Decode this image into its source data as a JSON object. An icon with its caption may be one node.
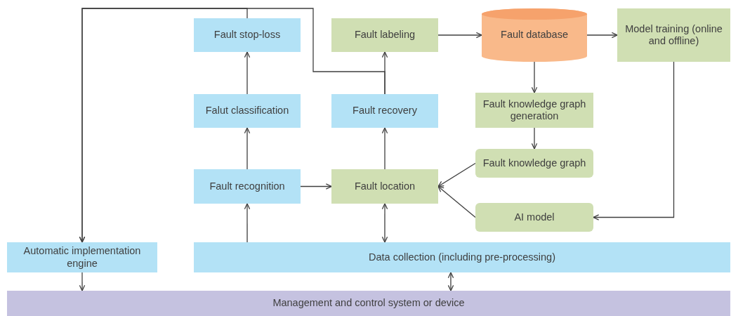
{
  "diagram": {
    "nodes": [
      {
        "text": [
          "Fault stop-loss"
        ]
      },
      {
        "text": [
          "Fault labeling"
        ]
      },
      {
        "text": [
          "Fault database"
        ]
      },
      {
        "text": [
          "Model training (online and offline)"
        ]
      },
      {
        "text": [
          "Falut classification"
        ]
      },
      {
        "text": [
          "Fault recovery"
        ]
      },
      {
        "text": [
          "Fault knowledge graph generation"
        ]
      },
      {
        "text": [
          "Fault knowledge graph"
        ]
      },
      {
        "text": [
          "Fault recognition"
        ]
      },
      {
        "text": [
          "Fault location"
        ]
      },
      {
        "text": [
          "AI model"
        ]
      },
      {
        "text": [
          "Automatic implementation engine"
        ]
      },
      {
        "text": [
          "Data collection (including pre-processing)"
        ]
      },
      {
        "text": [
          "Management and control system or device"
        ]
      }
    ],
    "edges": [
      {
        "from": 0,
        "to": 11,
        "arrow": "to"
      },
      {
        "from": 5,
        "to": 1,
        "arrow": "to"
      },
      {
        "from": 5,
        "to": 11,
        "arrow": "to"
      },
      {
        "from": 1,
        "to": 2,
        "arrow": "to"
      },
      {
        "from": 2,
        "to": 3,
        "arrow": "to"
      },
      {
        "from": 2,
        "to": 6,
        "arrow": "to"
      },
      {
        "from": 6,
        "to": 7,
        "arrow": "to"
      },
      {
        "from": 7,
        "to": 9,
        "arrow": "to"
      },
      {
        "from": 10,
        "to": 9,
        "arrow": "to"
      },
      {
        "from": 3,
        "to": 10,
        "arrow": "to"
      },
      {
        "from": 4,
        "to": 0,
        "arrow": "to"
      },
      {
        "from": 8,
        "to": 4,
        "arrow": "to"
      },
      {
        "from": 8,
        "to": 9,
        "arrow": "to"
      },
      {
        "from": 9,
        "to": 5,
        "arrow": "to"
      },
      {
        "from": 12,
        "to": 8,
        "arrow": "to"
      },
      {
        "from": 9,
        "to": 12,
        "arrow": "both"
      },
      {
        "from": 12,
        "to": 13,
        "arrow": "both"
      },
      {
        "from": 11,
        "to": 13,
        "arrow": "to"
      }
    ]
  }
}
